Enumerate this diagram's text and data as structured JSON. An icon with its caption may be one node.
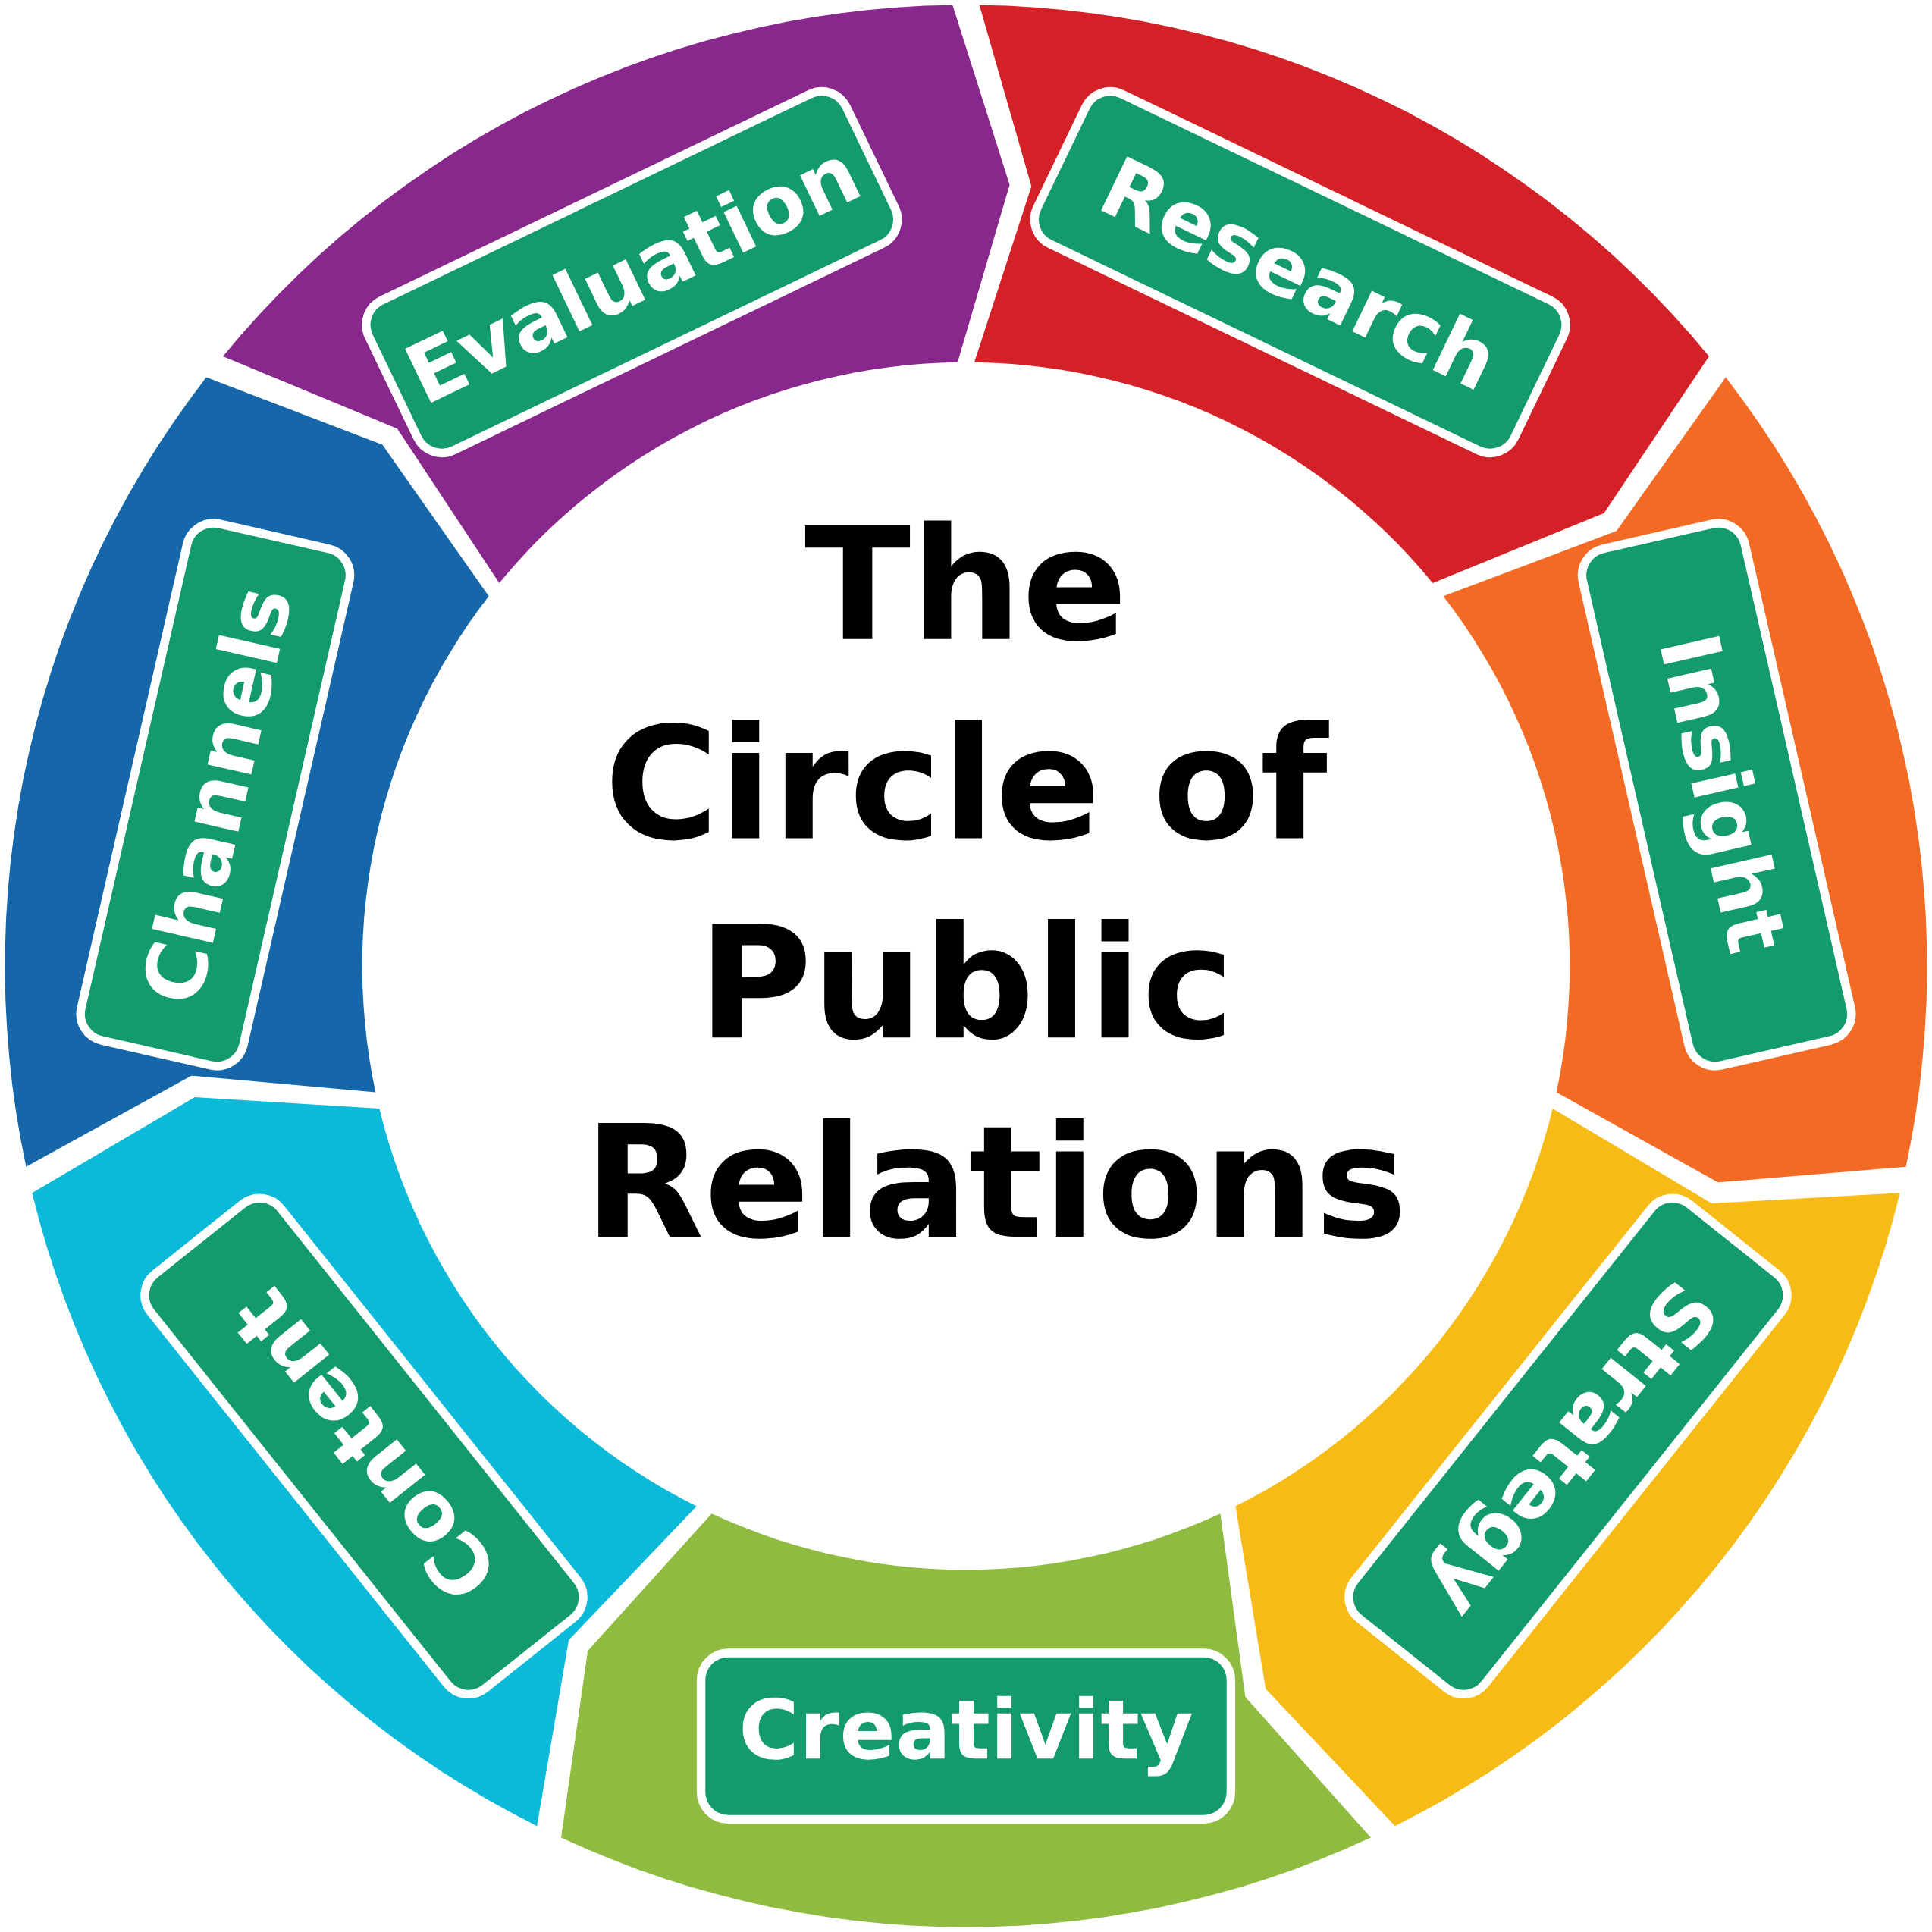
{
  "diagram": {
    "title": "The Circle of Public Relations",
    "nodes": [
      {
        "text": [
          "Research"
        ]
      },
      {
        "text": [
          "Insight"
        ]
      },
      {
        "text": [
          "Strategy"
        ]
      },
      {
        "text": [
          "Creativity"
        ]
      },
      {
        "text": [
          "Content"
        ]
      },
      {
        "text": [
          "Channels"
        ]
      },
      {
        "text": [
          "Evaluation"
        ]
      }
    ]
  }
}
